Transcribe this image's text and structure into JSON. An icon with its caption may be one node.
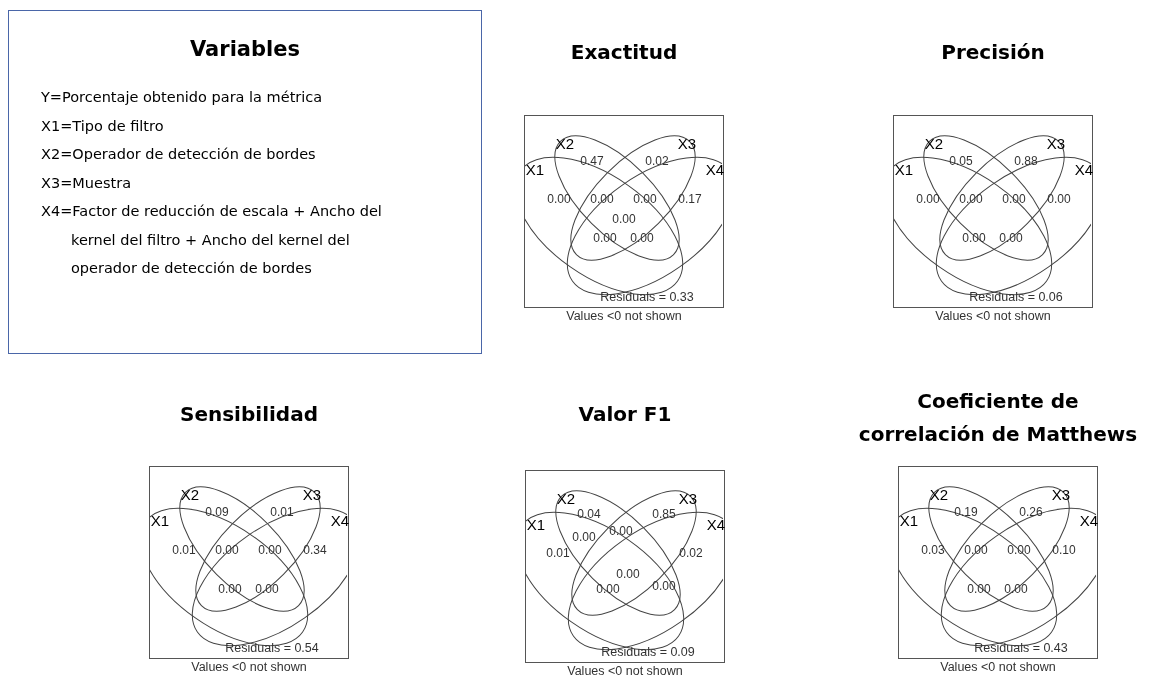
{
  "diagram": {
    "nodes": [
      {
        "text": [
          "Variables",
          "Y=Porcentaje obtenido para la métrica",
          "X1=Tipo de filtro",
          "X2=Operador de detección de bordes",
          "X3=Muestra",
          "X4=Factor de reducción de escala + Ancho del kernel del filtro + Ancho del kernel del operador de detección de bordes"
        ]
      },
      {
        "text": [
          "Exactitud",
          "X2",
          "X3",
          "X1",
          "X4",
          "0.47",
          "0.02",
          "0.00",
          "0.00",
          "0.00",
          "0.17",
          "0.00",
          "0.00",
          "0.00",
          "Residuals = 0.33"
        ],
        "beside": [
          "Values <0 not shown"
        ]
      },
      {
        "text": [
          "Precisión",
          "X2",
          "X3",
          "X1",
          "X4",
          "0.05",
          "0.88",
          "0.00",
          "0.00",
          "0.00",
          "0.00",
          "0.00",
          "0.00",
          "Residuals = 0.06"
        ],
        "beside": [
          "Values <0 not shown"
        ]
      },
      {
        "text": [
          "Sensibilidad",
          "X2",
          "X3",
          "X1",
          "X4",
          "0.09",
          "0.01",
          "0.01",
          "0.00",
          "0.00",
          "0.34",
          "0.00",
          "0.00",
          "Residuals = 0.54"
        ],
        "beside": [
          "Values <0 not shown"
        ]
      },
      {
        "text": [
          "Valor F1",
          "X2",
          "X3",
          "X1",
          "X4",
          "0.04",
          "0.85",
          "0.00",
          "0.00",
          "0.01",
          "0.02",
          "0.00",
          "0.00",
          "0.00",
          "Residuals = 0.09"
        ],
        "beside": [
          "Values <0 not shown"
        ]
      },
      {
        "text": [
          "Coeficiente de correlación de Matthews",
          "X2",
          "X3",
          "X1",
          "X4",
          "0.19",
          "0.26",
          "0.03",
          "0.00",
          "0.00",
          "0.10",
          "0.00",
          "0.00",
          "Residuals = 0.43"
        ],
        "beside": [
          "Values <0 not shown"
        ]
      }
    ]
  }
}
